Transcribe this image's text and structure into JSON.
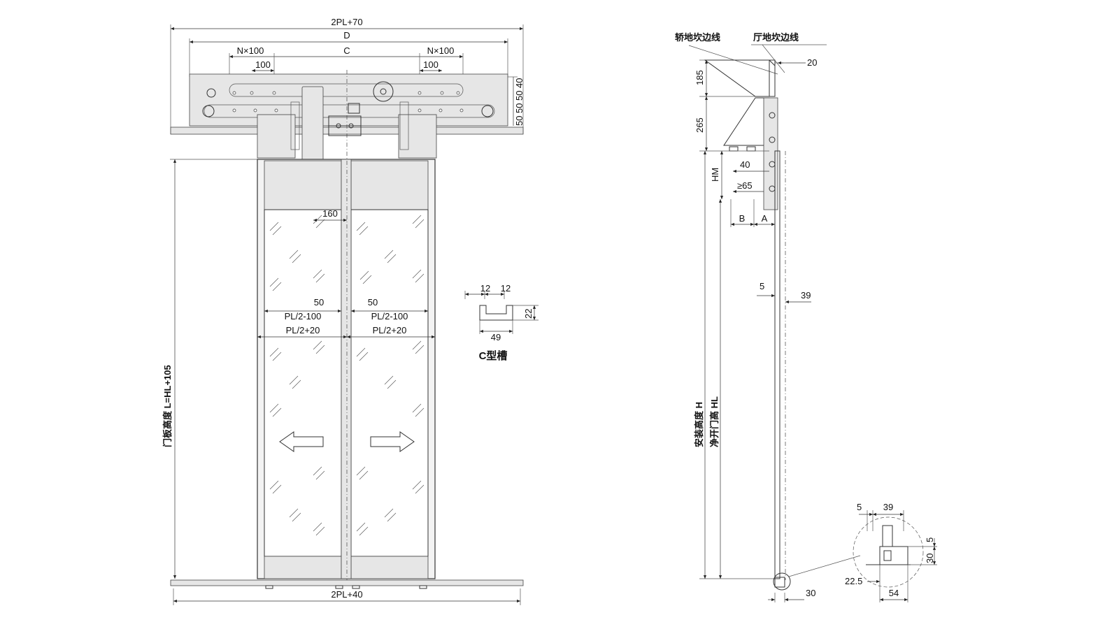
{
  "front_view": {
    "overall_width_top": "2PL+70",
    "track_length": "D",
    "center_distance": "C",
    "left_pitch": "N×100",
    "right_pitch": "N×100",
    "left_step": "100",
    "right_step": "100",
    "side_dims": [
      "50",
      "50",
      "50",
      "40"
    ],
    "hanger_offset": "160",
    "center_gap_left": "50",
    "center_gap_right": "50",
    "left_panel_inner": "PL/2-100",
    "right_panel_inner": "PL/2-100",
    "left_panel_width": "PL/2+20",
    "right_panel_width": "PL/2+20",
    "sill_width": "2PL+40",
    "panel_height_label": "门板高度 L=HL+105"
  },
  "c_channel": {
    "dim_a": "12",
    "dim_b": "12",
    "height": "22",
    "width": "49",
    "title": "C型槽"
  },
  "side_view": {
    "car_sill_line": "轿地坎边线",
    "hall_sill_line": "厅地坎边线",
    "top_offset": "20",
    "h185": "185",
    "h265": "265",
    "hm": "HM",
    "d40": "40",
    "d65": "≥65",
    "b": "B",
    "a": "A",
    "d5": "5",
    "d39": "39",
    "install_height": "安装高度 H",
    "clear_height": "净开门高 HL",
    "bottom_30": "30"
  },
  "detail": {
    "d5": "5",
    "d39": "39",
    "v5": "5",
    "v30": "30",
    "d22_5": "22.5",
    "d54": "54"
  }
}
